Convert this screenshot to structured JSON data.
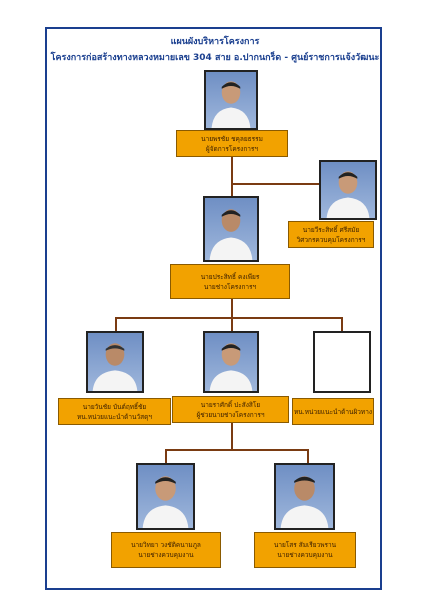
{
  "title_line1": "แผนผังบริหารโครงการ",
  "title_line2": "โครงการก่อสร้างทางหลวงหมายเลข 304 สาย อ.ปากนกร็ด - ศูนย์ราชการแจ้งวัฒนะ",
  "nodes": {
    "director": {
      "name": "นายพรชัย ชคุลยธรรม",
      "role": "ผู้จัดการโครงการฯ"
    },
    "engineer_control": {
      "name": "นายวีระสิทธิ์ ศรีสมัย",
      "role": "วิศวกรควบคุมโครงการฯ"
    },
    "project_engineer": {
      "name": "นายประสิทธิ์ คงเพียร",
      "role": "นายช่างโครงการฯ"
    },
    "unit_left": {
      "name": "นายวันชัย บันต์ฤทธิ์ชัย",
      "role": "หน.หน่วยแนะนำด้านวัสดุฯ"
    },
    "assistant": {
      "name": "นายราศักดิ์ ปะสังสิโย",
      "role": "ผู้ช่วยนายช่างโครงการฯ"
    },
    "unit_right": {
      "name": "",
      "role": "หน.หน่วยแนะนำด้านผิวทาง"
    },
    "foreman_left": {
      "name": "นายวิทยา วงชัติคนามภูล",
      "role": "นายช่างควบคุมงาน"
    },
    "foreman_right": {
      "name": "นายโสร สัมเรียวพราน",
      "role": "นายช่างควบคุมงาน"
    }
  },
  "colors": {
    "label_bg": "#f2a200",
    "connector": "#7a3b12",
    "title": "#1a3f8f"
  }
}
